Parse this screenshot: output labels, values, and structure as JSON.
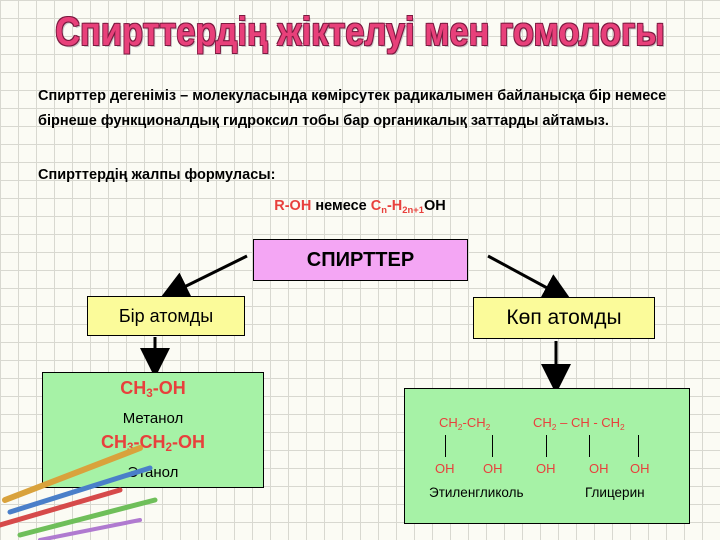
{
  "title": "Спирттердің жіктелуі мен гомологы",
  "definition": "Спирттер дегеніміз – молекуласында көмірсутек радикалымен байланысқа бір немесе бірнеше функционалдық гидроксил тобы бар органикалық заттарды айтамыз.",
  "formula_heading": "Спирттердің жалпы формуласы:",
  "general_formula": {
    "roh": "R-OH",
    "or": "немесе",
    "c": "C",
    "n": "n",
    "h": "-H",
    "h_sub": "2n+1",
    "oh": "OH"
  },
  "root_label": "СПИРТТЕР",
  "monohydric": {
    "label": "Бір атомды",
    "examples": [
      {
        "formula_parts": [
          "CH",
          "3",
          "-OH"
        ],
        "name": "Метанол"
      },
      {
        "formula_parts": [
          "CH",
          "3",
          "-CH",
          "2",
          "-OH"
        ],
        "name": "Этанол"
      }
    ]
  },
  "polyhydric": {
    "label": "Көп атомды",
    "ethylene_glycol": {
      "f1": "CH",
      "s1": "2",
      "f2": "-CH",
      "s2": "2",
      "oh1": "OH",
      "oh2": "OH",
      "name": "Этиленгликоль"
    },
    "glycerin": {
      "f1": "CH",
      "s1": "2",
      "f2": " – CH - CH",
      "s2": "2",
      "oh1": "OH",
      "oh2": "OH",
      "oh3": "OH",
      "name": "Глицерин"
    }
  },
  "colors": {
    "title": "#e8407a",
    "formula_red": "#e8403c",
    "root_box": "#f4a6f4",
    "category_box": "#fbfb9a",
    "example_box": "#a6f2a6"
  }
}
